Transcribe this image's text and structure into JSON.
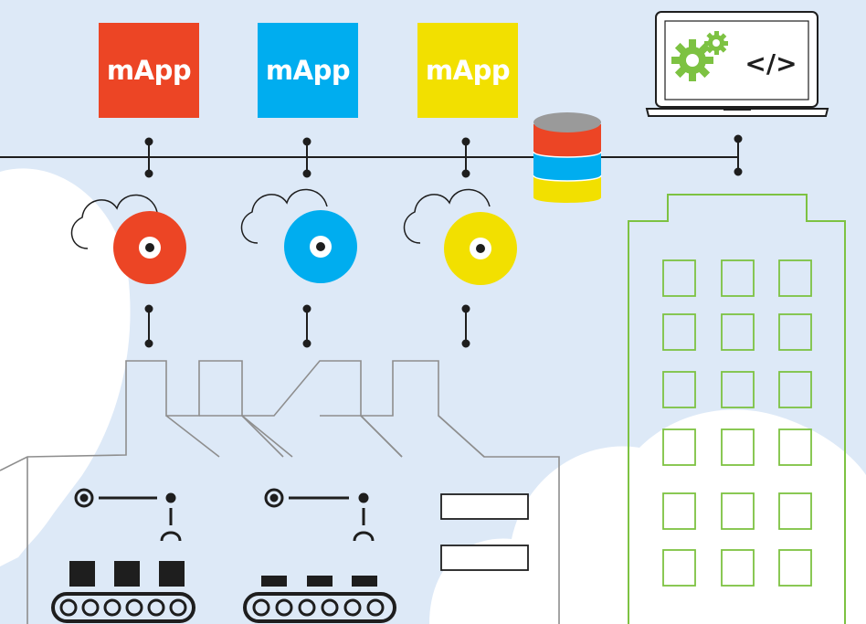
{
  "colors": {
    "background": "#dde9f7",
    "cloud": "#ffffff",
    "red": "#ec4525",
    "blue": "#00adef",
    "yellow": "#f2e000",
    "green": "#7dc242",
    "line": "#1e1e1e",
    "factory_outline": "#8e8e8e"
  },
  "mapps": [
    {
      "label": "mApp",
      "color": "#ec4525"
    },
    {
      "label": "mApp",
      "color": "#00adef"
    },
    {
      "label": "mApp",
      "color": "#f2e000"
    }
  ],
  "laptop": {
    "icon": "gears-icon",
    "code_label": "</>"
  },
  "database": {
    "layers": [
      "#ec4525",
      "#00adef",
      "#f2e000"
    ]
  }
}
